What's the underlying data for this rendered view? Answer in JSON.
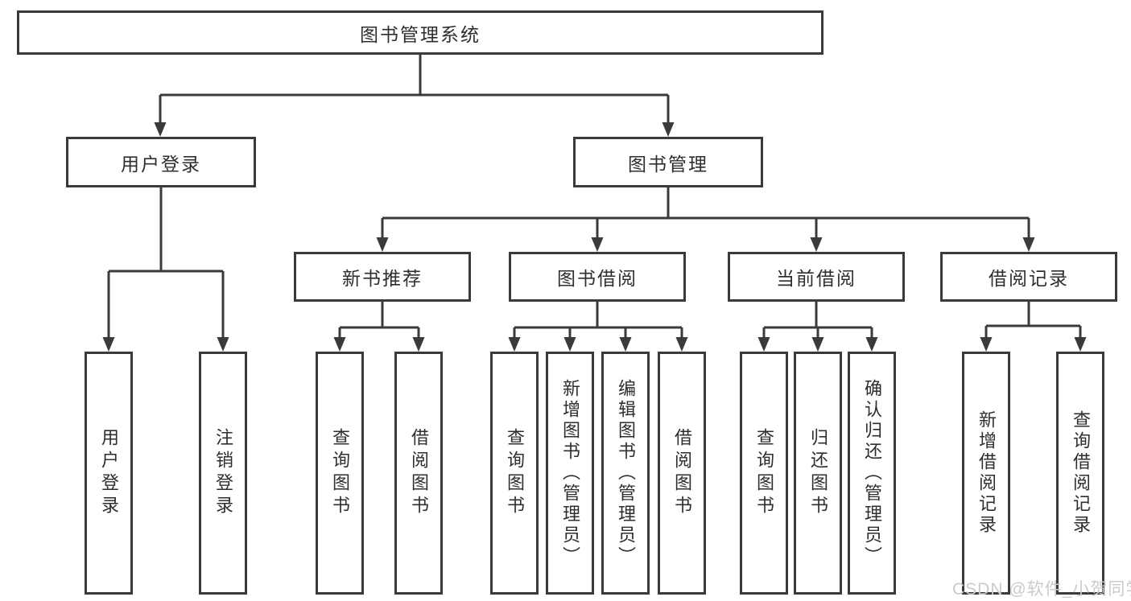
{
  "diagram": {
    "type": "hierarchy-tree",
    "root": "图书管理系统",
    "branches": [
      {
        "label": "用户登录",
        "children": [
          "用户登录",
          "注销登录"
        ]
      },
      {
        "label": "图书管理",
        "children": [
          {
            "label": "新书推荐",
            "children": [
              "查询图书",
              "借阅图书"
            ]
          },
          {
            "label": "图书借阅",
            "children": [
              "查询图书",
              "新增图书（管理员）",
              "编辑图书（管理员）",
              "借阅图书"
            ]
          },
          {
            "label": "当前借阅",
            "children": [
              "查询图书",
              "归还图书",
              "确认归还（管理员）"
            ]
          },
          {
            "label": "借阅记录",
            "children": [
              "新增借阅记录",
              "查询借阅记录"
            ]
          }
        ]
      }
    ]
  },
  "watermark": "CSDN @软件_小贺同学",
  "colors": {
    "line": "#3a3a3a",
    "text": "#2e2e2e",
    "background": "#ffffff",
    "watermark": "#cbcbcb"
  }
}
